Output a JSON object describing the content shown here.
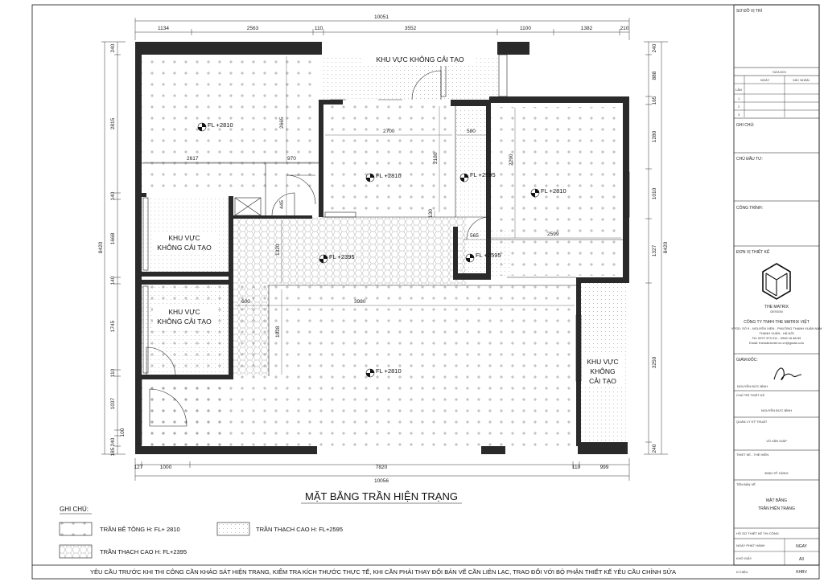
{
  "drawing": {
    "title": "MẶT BẰNG TRẦN HIỆN TRẠNG",
    "footer_note": "YÊU CẦU TRƯỚC KHI THI CÔNG CẦN KHẢO SÁT HIỆN TRẠNG, KIỂM TRA KÍCH THƯỚC THỰC TẾ, KHI CẦN PHẢI THAY ĐỔI BẢN VẼ CẦN LIÊN LẠC, TRAO ĐỔI VỚI BỘ PHẬN THIẾT KẾ YÊU CẦU CHỈNH SỬA"
  },
  "dimensions": {
    "top_total": "10051",
    "top": [
      "1134",
      "2563",
      "110",
      "3552",
      "1100",
      "1382",
      "210"
    ],
    "bottom_total": "10056",
    "bottom": [
      "127",
      "1000",
      "7820",
      "110",
      "999"
    ],
    "left_total": "8420",
    "left": [
      "240",
      "2815",
      "140",
      "1668",
      "140",
      "1745",
      "110",
      "1037",
      "100",
      "240",
      "185"
    ],
    "right_total": "8420",
    "right": [
      "240",
      "888",
      "165",
      "1280",
      "1010",
      "1327",
      "3250",
      "240"
    ],
    "interior": [
      "2617",
      "970",
      "2665",
      "445",
      "2700",
      "2180",
      "580",
      "130",
      "2290",
      "565",
      "2599",
      "1320",
      "600",
      "3980",
      "1928"
    ]
  },
  "levels": {
    "fl_2810_a": "FL +2810",
    "fl_2810_b": "FL +2810",
    "fl_2595_a": "FL +2595",
    "fl_2810_c": "FL +2810",
    "fl_2395": "FL +2395",
    "fl_2595_b": "FL +2595",
    "fl_2810_d": "FL +2810"
  },
  "zones": {
    "top": "KHU VỰC KHÔNG CẢI TẠO",
    "left1": [
      "KHU VỰC",
      "KHÔNG CẢI TẠO"
    ],
    "left2": [
      "KHU VỰC",
      "KHÔNG CẢI TẠO"
    ],
    "right": [
      "KHU VỰC",
      "KHÔNG",
      "CẢI TẠO"
    ]
  },
  "legend": {
    "heading": "GHI CHÚ:",
    "items": [
      "TRẦN BÊ TÔNG H: FL+ 2810",
      "TRẦN THẠCH CAO H: FL+2595",
      "TRẦN THẠCH CAO H: FL+2395"
    ]
  },
  "titleblock": {
    "site_plan": "SƠ ĐỒ VỊ TRÍ",
    "revision": "SỬA ĐỔI",
    "col_date": "NGÀY",
    "col_confirm": "XÁC NHẬN",
    "row_lan": "LẦN",
    "rows": [
      "1",
      "2",
      "3"
    ],
    "note": "GHI CHÚ:",
    "investor": "CHỦ ĐẦU TƯ:",
    "project": "CÔNG TRÌNH:",
    "designer": "ĐƠN VỊ THIẾT KẾ",
    "logo_name": "THE MATRIX",
    "logo_sub": "DESIGN",
    "company": "CÔNG TY TNHH THE MATRIX VIỆT",
    "address": "VPGD: SỐ 9 - NGUYỄN XIỂN - PHƯỜNG THANH XUÂN NAM",
    "address2": "THANH XUÂN - HÀ NỘI",
    "phone": "Tel: 0972 379 011 - 0946 16 88 89",
    "email": "Email: thematrixviet.vn.vn@gmail.com",
    "director_label": "GIÁM ĐỐC:",
    "director": "NGUYỄN ĐỨC BÌNH",
    "lead_label": "CHỦ TRÌ THIẾT KẾ",
    "lead": "NGUYỄN ĐỨC BÌNH",
    "qa_label": "QUẢN LÝ KỸ THUẬT",
    "qa": "VŨ VĂN GIÁP",
    "design_label": "THIẾT KẾ - THỂ HIỆN",
    "design": "ĐINH SỸ HÙNG",
    "drawing_label": "TÊN BẢN VẼ",
    "drawing_name": [
      "MẶT BẰNG",
      "TRẦN HIỆN TRẠNG"
    ],
    "set_label": "HỒ SƠ THIẾT KẾ THI CÔNG",
    "date_label": "NGÀY PHÁT HÀNH",
    "date_value": "NGAY",
    "size_label": "KHỔ GIẤY",
    "size_value": "A3",
    "code_label": "KÍ HIỆU",
    "code_value": "KHBV"
  },
  "colors": {
    "line": "#111111",
    "wall": "#2a2a2a",
    "dim": "#333333"
  }
}
